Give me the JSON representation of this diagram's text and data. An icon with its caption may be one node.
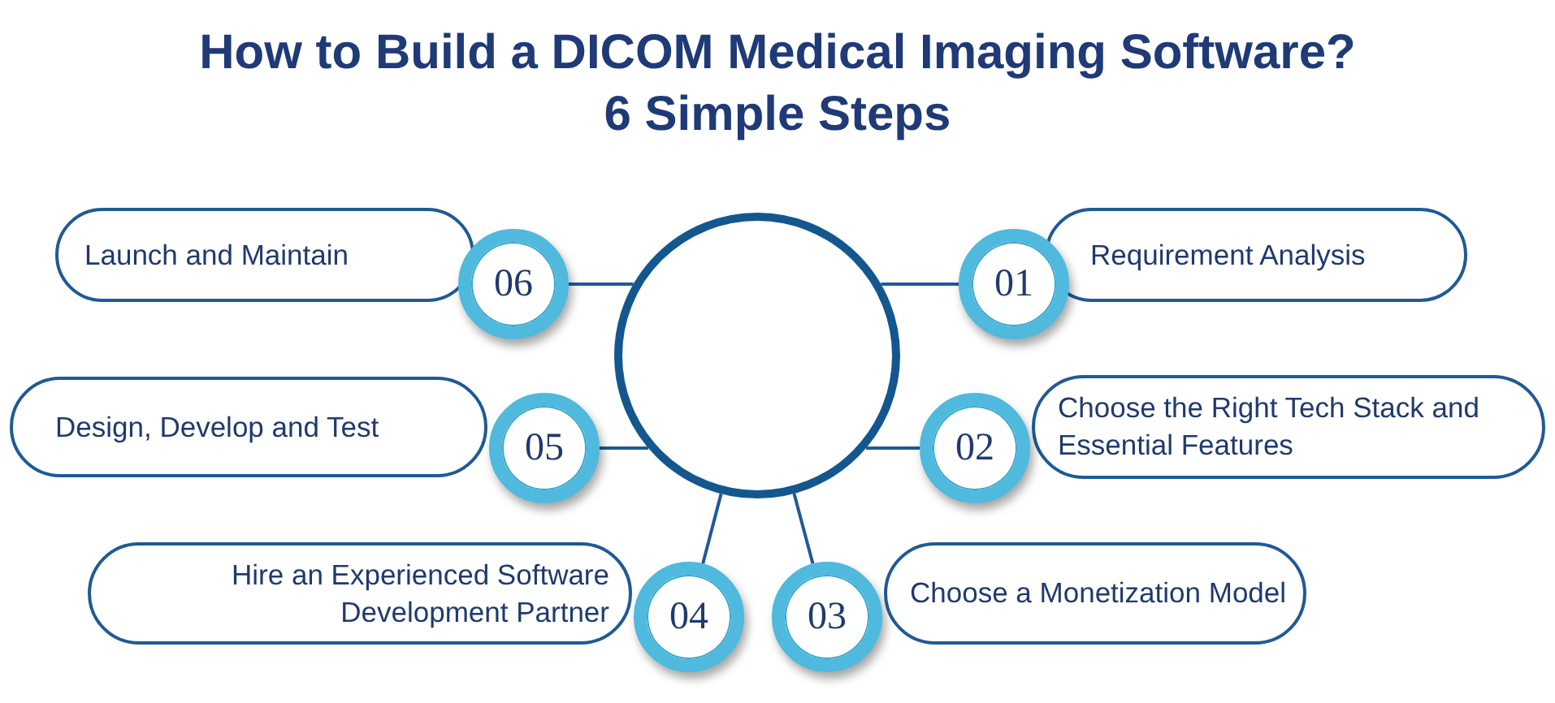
{
  "diagram": {
    "title": "How to Build a DICOM Medical Imaging Software? 6 Simple Steps",
    "nodes": [
      {
        "text": [],
        "shape": "circle"
      },
      {
        "text": [
          "Launch and Maintain"
        ]
      },
      {
        "text": [
          "06"
        ]
      },
      {
        "text": [
          "01"
        ]
      },
      {
        "text": [
          "Requirement Analysis"
        ]
      },
      {
        "text": [
          "Design, Develop and Test"
        ]
      },
      {
        "text": [
          "05"
        ]
      },
      {
        "text": [
          "02"
        ]
      },
      {
        "text": [
          "Choose the Right Tech Stack and Essential Features"
        ]
      },
      {
        "text": [
          "Hire an Experienced Software Development Partner"
        ]
      },
      {
        "text": [
          "04"
        ]
      },
      {
        "text": [
          "03"
        ]
      },
      {
        "text": [
          "Choose a Monetization Model"
        ]
      }
    ],
    "edges": [
      {
        "from": 0,
        "to": 2,
        "arrow": "none"
      },
      {
        "from": 0,
        "to": 3,
        "arrow": "none"
      },
      {
        "from": 0,
        "to": 6,
        "arrow": "none"
      },
      {
        "from": 0,
        "to": 7,
        "arrow": "none"
      },
      {
        "from": 0,
        "to": 10,
        "arrow": "none"
      },
      {
        "from": 0,
        "to": 11,
        "arrow": "none"
      }
    ]
  }
}
